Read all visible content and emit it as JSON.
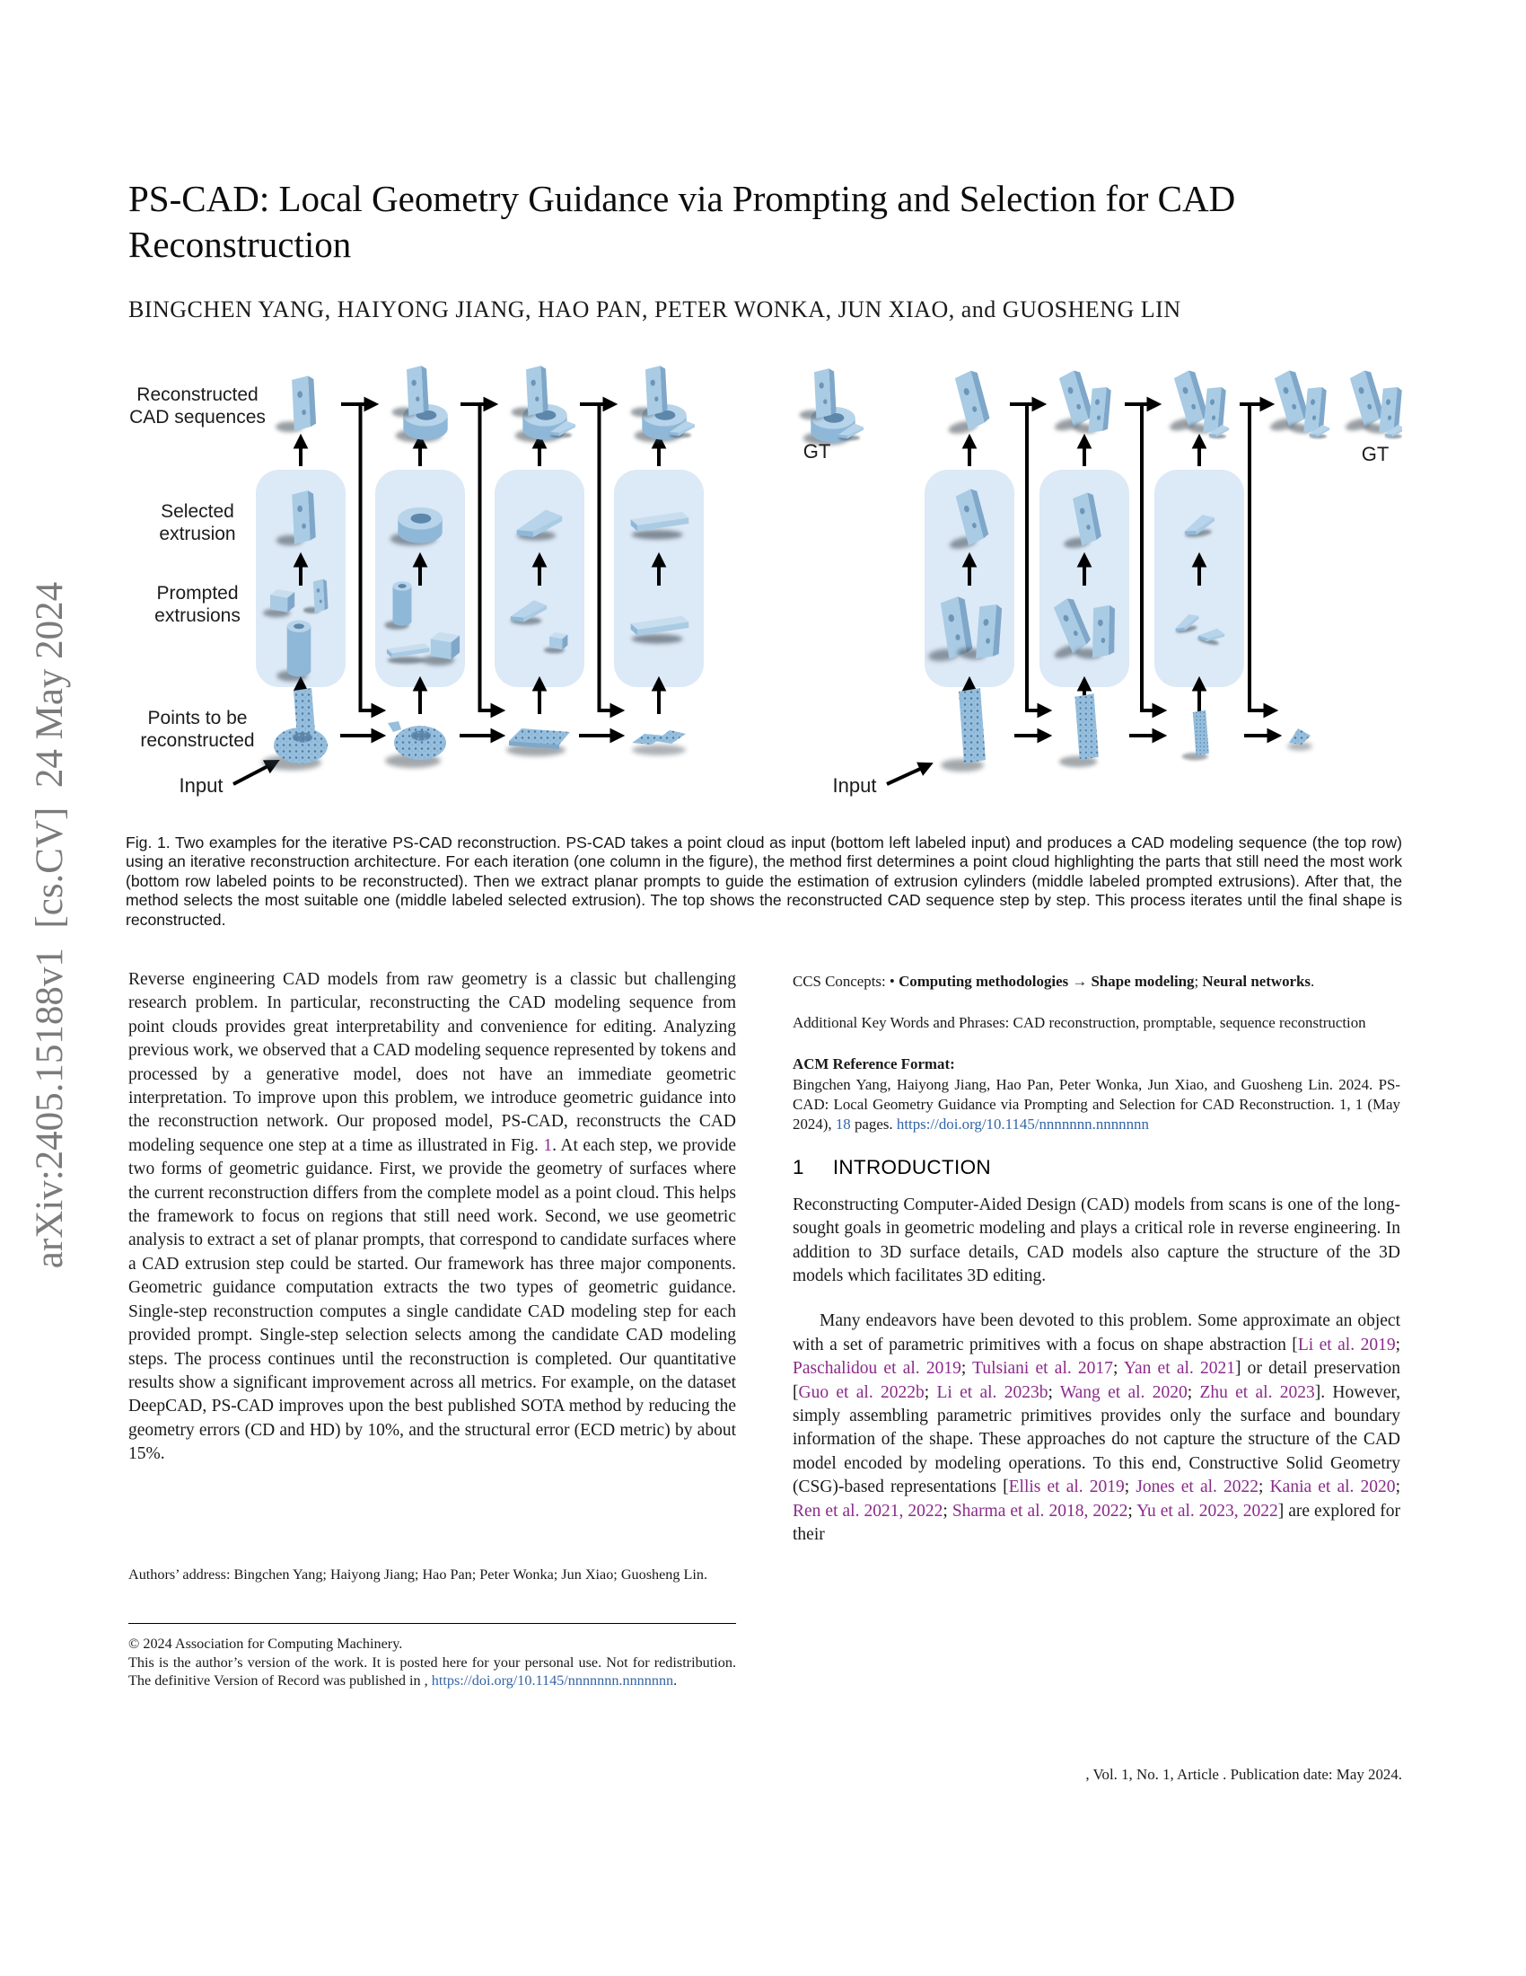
{
  "arxiv_watermark": "arXiv:2405.15188v1  [cs.CV]  24 May 2024",
  "title": "PS-CAD: Local Geometry Guidance via Prompting and Selection for CAD Reconstruction",
  "authors": "BINGCHEN YANG, HAIYONG JIANG, HAO PAN, PETER WONKA, JUN XIAO, and GUOSHENG LIN",
  "figure": {
    "labels": {
      "reconstructed": "Reconstructed\nCAD sequences",
      "selected": "Selected\nextrusion",
      "prompted": "Prompted\nextrusions",
      "points": "Points to be\nreconstructed",
      "input": "Input",
      "gt": "GT"
    },
    "panel_color": "#dce9f6",
    "shape_color": "#a9cbe4",
    "caption": "Fig. 1.  Two examples for the iterative PS-CAD reconstruction. PS-CAD takes a point cloud as input (bottom left labeled input) and produces a CAD modeling sequence (the top row) using an iterative reconstruction architecture. For each iteration (one column in the figure), the method first determines a point cloud highlighting the parts that still need the most work (bottom row labeled points to be reconstructed). Then we extract planar prompts to guide the estimation of extrusion cylinders (middle labeled prompted extrusions). After that, the method selects the most suitable one (middle labeled selected extrusion). The top shows the reconstructed CAD sequence step by step. This process iterates until the final shape is reconstructed."
  },
  "abstract_segments": [
    {
      "t": "Reverse engineering CAD models from raw geometry is a classic but challenging research problem. In particular, reconstructing the CAD modeling sequence from point clouds provides great interpretability and convenience for editing. Analyzing previous work, we observed that a CAD modeling sequence represented by tokens and processed by a generative model, does not have an immediate geometric interpretation. To improve upon this problem, we introduce geometric guidance into the reconstruction network. Our proposed model, PS-CAD, reconstructs the CAD modeling sequence one step at a time as illustrated in Fig. ",
      "s": "n"
    },
    {
      "t": "1",
      "s": "cite"
    },
    {
      "t": ". At each step, we provide two forms of geometric guidance. First, we provide the geometry of surfaces where the current reconstruction differs from the complete model as a point cloud. This helps the framework to focus on regions that still need work. Second, we use geometric analysis to extract a set of planar prompts, that correspond to candidate surfaces where a CAD extrusion step could be started. Our framework has three major components. Geometric guidance computation extracts the two types of geometric guidance. Single-step reconstruction computes a single candidate CAD modeling step for each provided prompt. Single-step selection selects among the candidate CAD modeling steps. The process continues until the reconstruction is completed. Our quantitative results show a significant improvement across all metrics. For example, on the dataset DeepCAD, PS-CAD improves upon the best published SOTA method by reducing the geometry errors (CD and HD) by 10%, and the structural error (ECD metric) by about 15%.",
      "s": "n"
    }
  ],
  "authors_address": "Authors’ address: Bingchen Yang; Haiyong Jiang; Hao Pan; Peter Wonka; Jun Xiao; Guosheng Lin.",
  "copyright_segments": [
    {
      "t": "© 2024 Association for Computing Machinery.\nThis is the author’s version of the work. It is posted here for your personal use. Not for redistribution. The definitive Version of Record was published in , ",
      "s": "n"
    },
    {
      "t": "https://doi.org/10.1145/nnnnnnn.nnnnnnn",
      "s": "link"
    },
    {
      "t": ".",
      "s": "n"
    }
  ],
  "right_column": {
    "ccs_segments": [
      {
        "t": "CCS Concepts: • ",
        "s": "n"
      },
      {
        "t": "Computing methodologies → Shape modeling",
        "s": "b"
      },
      {
        "t": "; ",
        "s": "n"
      },
      {
        "t": "Neural networks",
        "s": "b"
      },
      {
        "t": ".",
        "s": "n"
      }
    ],
    "keywords": "Additional Key Words and Phrases: CAD reconstruction, promptable, sequence reconstruction",
    "acm_ref_heading": "ACM Reference Format:",
    "acm_ref_segments": [
      {
        "t": "Bingchen Yang, Haiyong Jiang, Hao Pan, Peter Wonka, Jun Xiao, and Guosheng Lin. 2024. PS-CAD: Local Geometry Guidance via Prompting and Selection for CAD Reconstruction.  1, 1 (May 2024), ",
        "s": "n"
      },
      {
        "t": "18",
        "s": "link"
      },
      {
        "t": " pages. ",
        "s": "n"
      },
      {
        "t": "https://doi.org/10.1145/nnnnnnn.nnnnnnn",
        "s": "link"
      }
    ],
    "section": {
      "number": "1",
      "title": "INTRODUCTION"
    },
    "intro_para1": "Reconstructing Computer-Aided Design (CAD) models from scans is one of the long-sought goals in geometric modeling and plays a critical role in reverse engineering. In addition to 3D surface details, CAD models also capture the structure of the 3D models which facilitates 3D editing.",
    "intro_para2_segments": [
      {
        "t": "Many endeavors have been devoted to this problem. Some approximate an object with a set of parametric primitives with a focus on shape abstraction [",
        "s": "n"
      },
      {
        "t": "Li et al. 2019",
        "s": "cite"
      },
      {
        "t": "; ",
        "s": "n"
      },
      {
        "t": "Paschalidou et al. 2019",
        "s": "cite"
      },
      {
        "t": "; ",
        "s": "n"
      },
      {
        "t": "Tulsiani et al. 2017",
        "s": "cite"
      },
      {
        "t": "; ",
        "s": "n"
      },
      {
        "t": "Yan et al. 2021",
        "s": "cite"
      },
      {
        "t": "] or detail preservation [",
        "s": "n"
      },
      {
        "t": "Guo et al. 2022b",
        "s": "cite"
      },
      {
        "t": "; ",
        "s": "n"
      },
      {
        "t": "Li et al. 2023b",
        "s": "cite"
      },
      {
        "t": "; ",
        "s": "n"
      },
      {
        "t": "Wang et al. 2020",
        "s": "cite"
      },
      {
        "t": "; ",
        "s": "n"
      },
      {
        "t": "Zhu et al. 2023",
        "s": "cite"
      },
      {
        "t": "]. However, simply assembling parametric primitives provides only the surface and boundary information of the shape. These approaches do not capture the structure of the CAD model encoded by modeling operations. To this end, Constructive Solid Geometry (CSG)-based representations [",
        "s": "n"
      },
      {
        "t": "Ellis et al. 2019",
        "s": "cite"
      },
      {
        "t": "; ",
        "s": "n"
      },
      {
        "t": "Jones et al. 2022",
        "s": "cite"
      },
      {
        "t": "; ",
        "s": "n"
      },
      {
        "t": "Kania et al. 2020",
        "s": "cite"
      },
      {
        "t": "; ",
        "s": "n"
      },
      {
        "t": "Ren et al. 2021, 2022",
        "s": "cite"
      },
      {
        "t": "; ",
        "s": "n"
      },
      {
        "t": "Sharma et al. 2018, 2022",
        "s": "cite"
      },
      {
        "t": "; ",
        "s": "n"
      },
      {
        "t": "Yu et al. 2023, 2022",
        "s": "cite"
      },
      {
        "t": "] are explored for their",
        "s": "n"
      }
    ]
  },
  "footer": ", Vol. 1, No. 1, Article . Publication date: May 2024."
}
